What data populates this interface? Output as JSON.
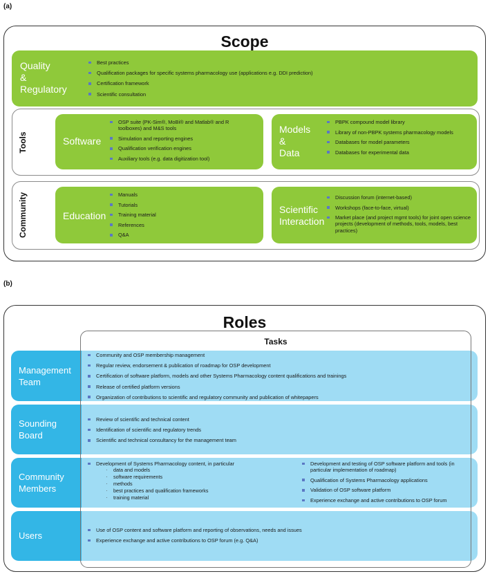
{
  "panel_a": {
    "label": "(a)",
    "title": "Scope",
    "quality": {
      "title_lines": [
        "Quality",
        "&",
        "Regulatory"
      ],
      "items": [
        "Best practices",
        "Qualification packages for specific systems pharmacology use (applications e.g. DDI prediction)",
        "Certification framework",
        "Scientific consultation"
      ]
    },
    "tools": {
      "label": "Tools",
      "software": {
        "title": "Software",
        "items": [
          "OSP suite (PK-Sim®, MoBi® and Matlab® and R toolboxes) and M&S tools",
          "Simulation and reporting engines",
          "Qualification verification engines",
          "Auxiliary tools (e.g. data digitization tool)"
        ]
      },
      "models": {
        "title_lines": [
          "Models",
          "&",
          "Data"
        ],
        "items": [
          "PBPK compound model library",
          "Library of non-PBPK systems pharmacology models",
          "Databases for model parameters",
          "Databases for experimental data"
        ]
      }
    },
    "community": {
      "label": "Community",
      "education": {
        "title": "Education",
        "items": [
          "Manuals",
          "Tutorials",
          "Training material",
          "References",
          "Q&A"
        ]
      },
      "scientific": {
        "title_lines": [
          "Scientific",
          "Interaction"
        ],
        "items": [
          "Discussion forum (internet-based)",
          "Workshops (face-to-face, virtual)",
          "Market place (and project mgmt tools) for joint open science projects (development of methods, tools, models, best practices)"
        ]
      }
    }
  },
  "panel_b": {
    "label": "(b)",
    "title": "Roles",
    "tasks_title": "Tasks",
    "management": {
      "title_lines": [
        "Management",
        "Team"
      ],
      "items": [
        "Community and OSP membership management",
        "Regular review, endorsement & publication of roadmap for OSP development",
        "Certification of software platform, models and other Systems Pharmacology content qualifications and trainings",
        "Release of certified platform versions",
        "Organization of contributions to scientific and regulatory community and publication of whitepapers"
      ]
    },
    "sounding": {
      "title_lines": [
        "Sounding",
        "Board"
      ],
      "items": [
        "Review of scientific and technical content",
        "Identification of scientific and regulatory trends",
        "Scientific and technical consultancy for the management team"
      ]
    },
    "community_members": {
      "title_lines": [
        "Community",
        "Members"
      ],
      "left_item": "Development of Systems Pharmacology content, in particular",
      "left_subitems": [
        "data and models",
        "software requirements",
        "methods",
        "best practices and qualification frameworks",
        "training material"
      ],
      "right_items": [
        "Development and testing of OSP software platform and tools (in particular implementation of roadmap)",
        "Qualification of Systems Pharmacology applications",
        "Validation of OSP software platform",
        "Experience exchange and active contributions to OSP forum"
      ]
    },
    "users": {
      "title": "Users",
      "items": [
        "Use of OSP content and software platform and reporting of observations, needs and issues",
        "Experience exchange and active contributions to OSP forum (e.g. Q&A)"
      ]
    }
  }
}
